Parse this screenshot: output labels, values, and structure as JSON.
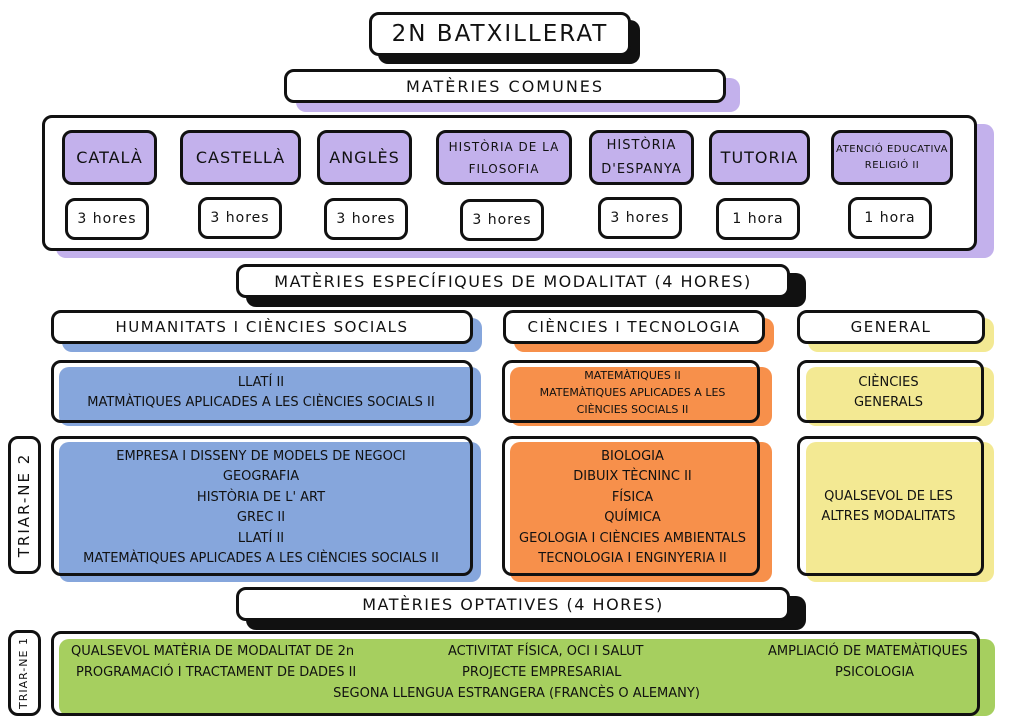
{
  "title": "2N BATXILLERAT",
  "comunes": {
    "header": "MATÈRIES COMUNES",
    "subjects": [
      {
        "name": "CATALÀ",
        "hours": "3 hores"
      },
      {
        "name": "CASTELLÀ",
        "hours": "3 hores"
      },
      {
        "name": "ANGLÈS",
        "hours": "3 hores"
      },
      {
        "name_lines": [
          "HISTÒRIA DE LA",
          "FILOSOFIA"
        ],
        "hours": "3 hores"
      },
      {
        "name_lines": [
          "HISTÒRIA",
          "D'ESPANYA"
        ],
        "hours": "3 hores"
      },
      {
        "name": "TUTORIA",
        "hours": "1 hora"
      },
      {
        "name_lines": [
          "ATENCIÓ EDUCATIVA",
          "RELIGIÓ II"
        ],
        "hours": "1 hora"
      }
    ]
  },
  "especifiques": {
    "header": "MATÈRIES ESPECÍFIQUES DE MODALITAT (4 HORES)",
    "side_label": "TRIAR-NE 2",
    "modalitats": [
      {
        "name": "HUMANITATS I CIÈNCIES SOCIALS",
        "mandatory": [
          "LLATÍ II",
          "MATMÀTIQUES APLICADES A LES CIÈNCIES SOCIALS II"
        ],
        "options": [
          "EMPRESA I DISSENY DE MODELS DE NEGOCI",
          "GEOGRAFIA",
          "HISTÒRIA DE L' ART",
          "GREC II",
          "LLATÍ II",
          "MATEMÀTIQUES APLICADES A LES CIÈNCIES SOCIALS II"
        ]
      },
      {
        "name": "CIÈNCIES I TECNOLOGIA",
        "mandatory": [
          "MATEMÀTIQUES II",
          "MATEMÀTIQUES APLICADES A LES",
          "CIÈNCIES SOCIALS II"
        ],
        "options": [
          "BIOLOGIA",
          "DIBUIX TÈCNINC II",
          "FÍSICA",
          "QUÍMICA",
          "GEOLOGIA I CIÈNCIES AMBIENTALS",
          "TECNOLOGIA I ENGINYERIA II"
        ]
      },
      {
        "name": "GENERAL",
        "mandatory": [
          "CIÈNCIES",
          "GENERALS"
        ],
        "options": [
          "QUALSEVOL DE LES",
          "ALTRES MODALITATS"
        ]
      }
    ]
  },
  "optatives": {
    "header": "MATÈRIES OPTATIVES (4 HORES)",
    "side_label": "TRIAR-NE 1",
    "row1": [
      "QUALSEVOL MATÈRIA DE MODALITAT DE 2n",
      "ACTIVITAT FÍSICA, OCI I SALUT",
      "AMPLIACIÓ DE MATEMÀTIQUES"
    ],
    "row2": [
      "PROGRAMACIÓ I TRACTAMENT DE DADES II",
      "PROJECTE EMPRESARIAL",
      "PSICOLOGIA"
    ],
    "row3": "SEGONA LLENGUA ESTRANGERA (FRANCÈS O ALEMANY)"
  },
  "colors": {
    "comunes": "#c3b1ec",
    "humanitats": "#86a6dc",
    "ciencies": "#f7904b",
    "general": "#f3e993",
    "optatives": "#a6cf5f"
  }
}
